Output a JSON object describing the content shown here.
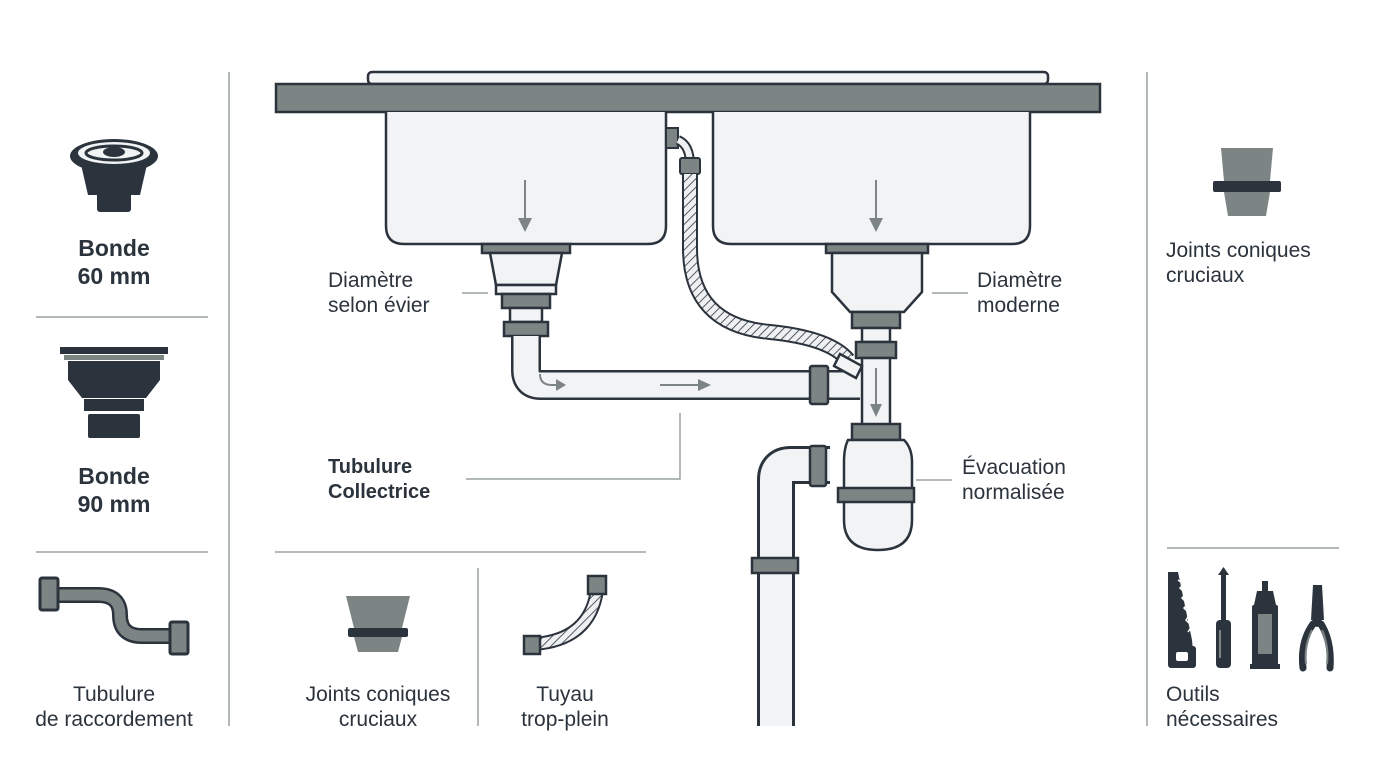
{
  "left_panel": {
    "bonde_60": {
      "line1": "Bonde",
      "line2": "60 mm"
    },
    "bonde_90": {
      "line1": "Bonde",
      "line2": "90 mm"
    },
    "tubulure_raccordement": {
      "line1": "Tubulure",
      "line2": "de raccordement"
    }
  },
  "center_labels": {
    "diametre_evier": {
      "line1": "Diamètre",
      "line2": "selon évier"
    },
    "diametre_moderne": {
      "line1": "Diamètre",
      "line2": "moderne"
    },
    "tubulure_collectrice": {
      "line1": "Tubulure",
      "line2": "Collectrice"
    },
    "evacuation": {
      "line1": "Évacuation",
      "line2": "normalisée"
    }
  },
  "bottom_items": {
    "joints": {
      "line1": "Joints coniques",
      "line2": "cruciaux"
    },
    "tuyau": {
      "line1": "Tuyau",
      "line2": "trop-plein"
    }
  },
  "right_panel": {
    "joints": {
      "line1": "Joints coniques",
      "line2": "cruciaux"
    },
    "outils": {
      "line1": "Outils",
      "line2": "nécessaires"
    }
  },
  "colors": {
    "dark": "#2b333d",
    "gray": "#7d8584",
    "light": "#f1f3f4",
    "line": "#9aa0a3"
  }
}
